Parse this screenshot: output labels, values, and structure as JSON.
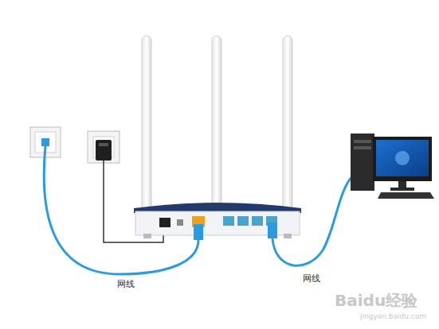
{
  "diagram": {
    "labels": [
      "网线",
      "网线",
      "Baidu经验",
      "jingyan.baidu.com"
    ]
  }
}
